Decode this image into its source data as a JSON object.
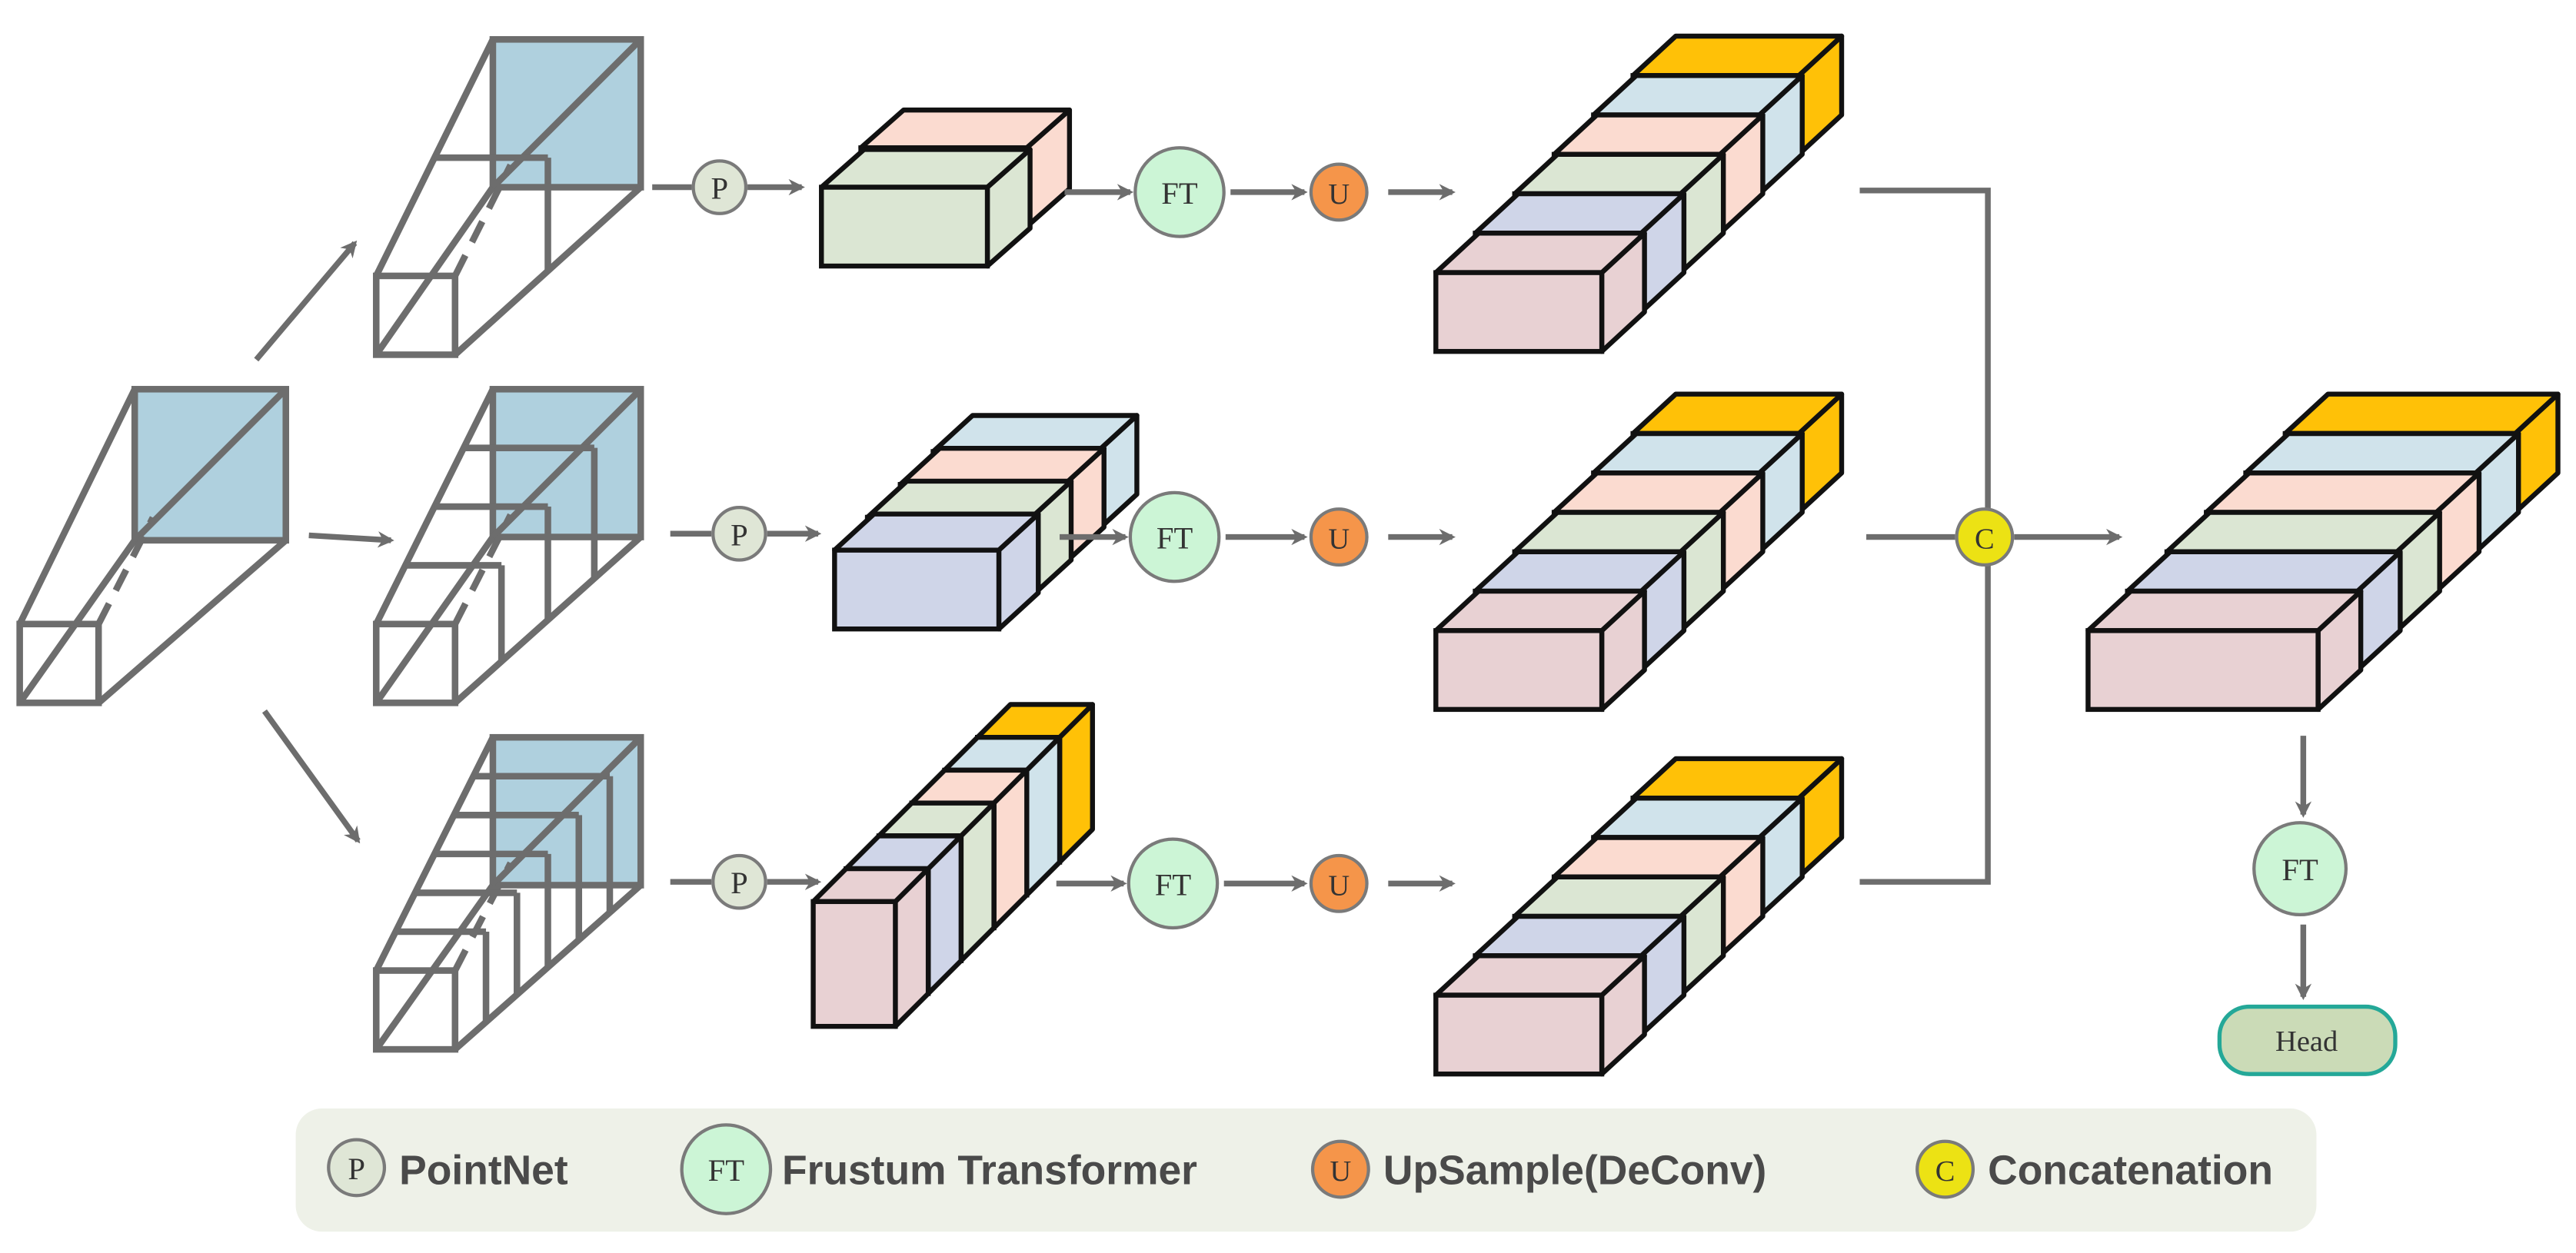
{
  "symbols": {
    "pointnet": "P",
    "frustum_transformer": "FT",
    "upsample": "U",
    "concatenation": "C"
  },
  "head_label": "Head",
  "legend": [
    {
      "symbol": "P",
      "label": "PointNet",
      "color": "#dfe6d6"
    },
    {
      "symbol": "FT",
      "label": "Frustum Transformer",
      "color": "#ccf5d6"
    },
    {
      "symbol": "U",
      "label": "UpSample(DeConv)",
      "color": "#f5954a"
    },
    {
      "symbol": "C",
      "label": "Concatenation",
      "color": "#ece214"
    }
  ],
  "colors": {
    "frustum_face": "#afd0de",
    "slice_red": "#e8d1d3",
    "slice_blue": "#cfd5e8",
    "slice_green": "#dbe6d3",
    "slice_peach": "#fbdbd0",
    "slice_lightblue": "#d0e3eb",
    "slice_orange": "#ffc107",
    "line": "#6d6d6d",
    "legend_bg": "#eef1e8",
    "head_fill": "#cbdbb7",
    "head_stroke": "#24a898"
  }
}
